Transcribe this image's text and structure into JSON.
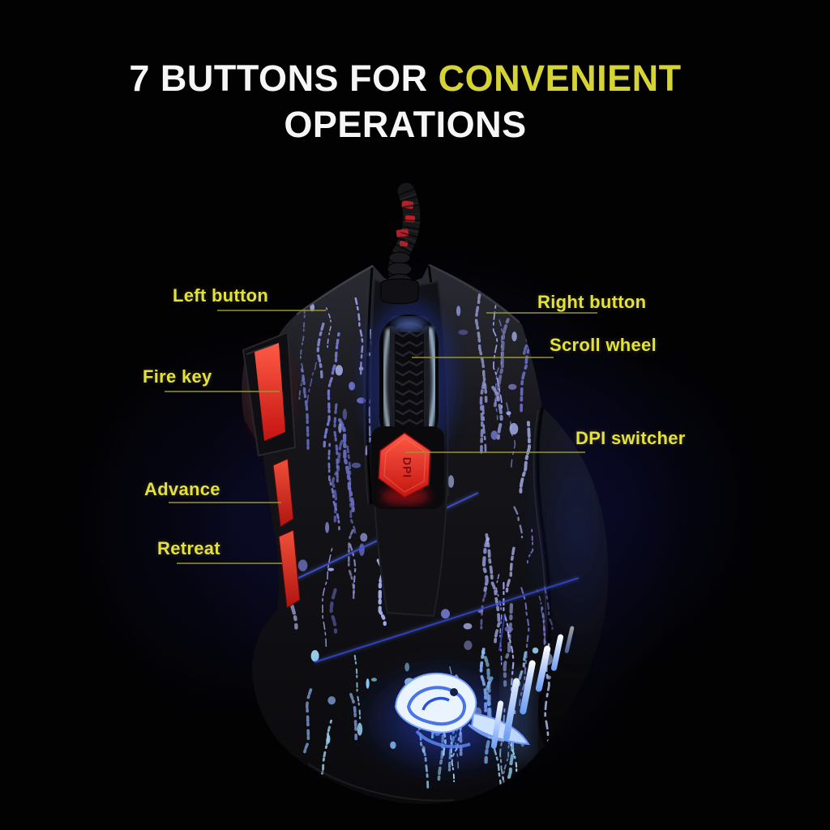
{
  "title": {
    "line1_prefix": "7 BUTTONS FOR",
    "line1_accent": "CONVENIENT",
    "line2": "OPERATIONS"
  },
  "callouts": {
    "left_button": "Left button",
    "right_button": "Right button",
    "scroll_wheel": "Scroll wheel",
    "fire_key": "Fire key",
    "dpi_switcher": "DPI switcher",
    "advance": "Advance",
    "retreat": "Retreat"
  },
  "mouse": {
    "dpi_button_label": "DPI"
  },
  "colors": {
    "background": "#020203",
    "title_white": "#f6f6f6",
    "accent_yellow": "#d6d335",
    "label_yellow": "#e5e13b",
    "callout_line_olive": "#97952f",
    "button_red": "#e03428",
    "led_glow_blue": "#9cc8ff",
    "splatter_purple": "#8b90de",
    "backlight_blue": "#2a50ff"
  }
}
